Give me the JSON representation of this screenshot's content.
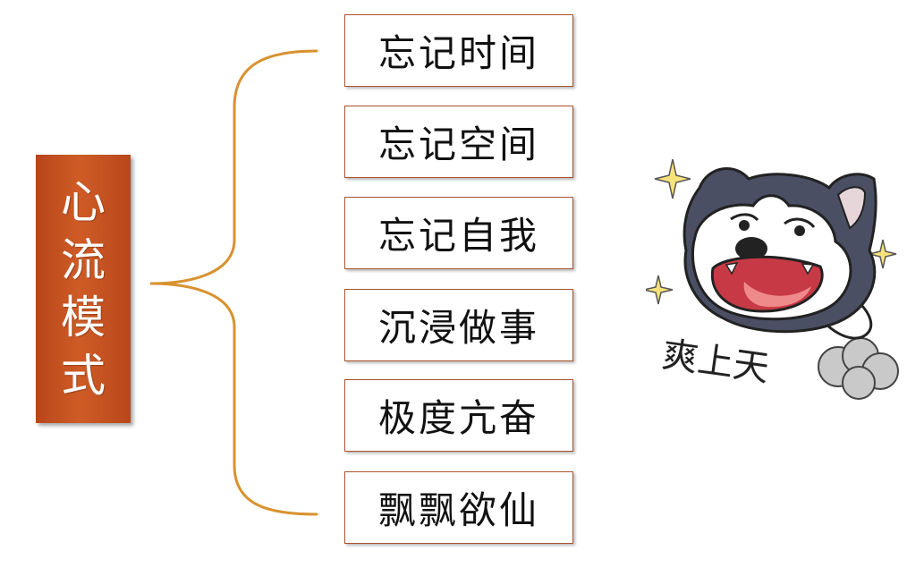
{
  "root": {
    "chars": [
      "心",
      "流",
      "模",
      "式"
    ]
  },
  "items": [
    {
      "label": "忘记时间"
    },
    {
      "label": "忘记空间"
    },
    {
      "label": "忘记自我"
    },
    {
      "label": "沉浸做事"
    },
    {
      "label": "极度亢奋"
    },
    {
      "label": "飘飘欲仙"
    }
  ],
  "sticker": {
    "caption": "爽上天",
    "icon": "husky-dog-sticker"
  },
  "colors": {
    "root_fill": "#c0501f",
    "brace": "#d8922f",
    "box_border": "#a9542d"
  }
}
